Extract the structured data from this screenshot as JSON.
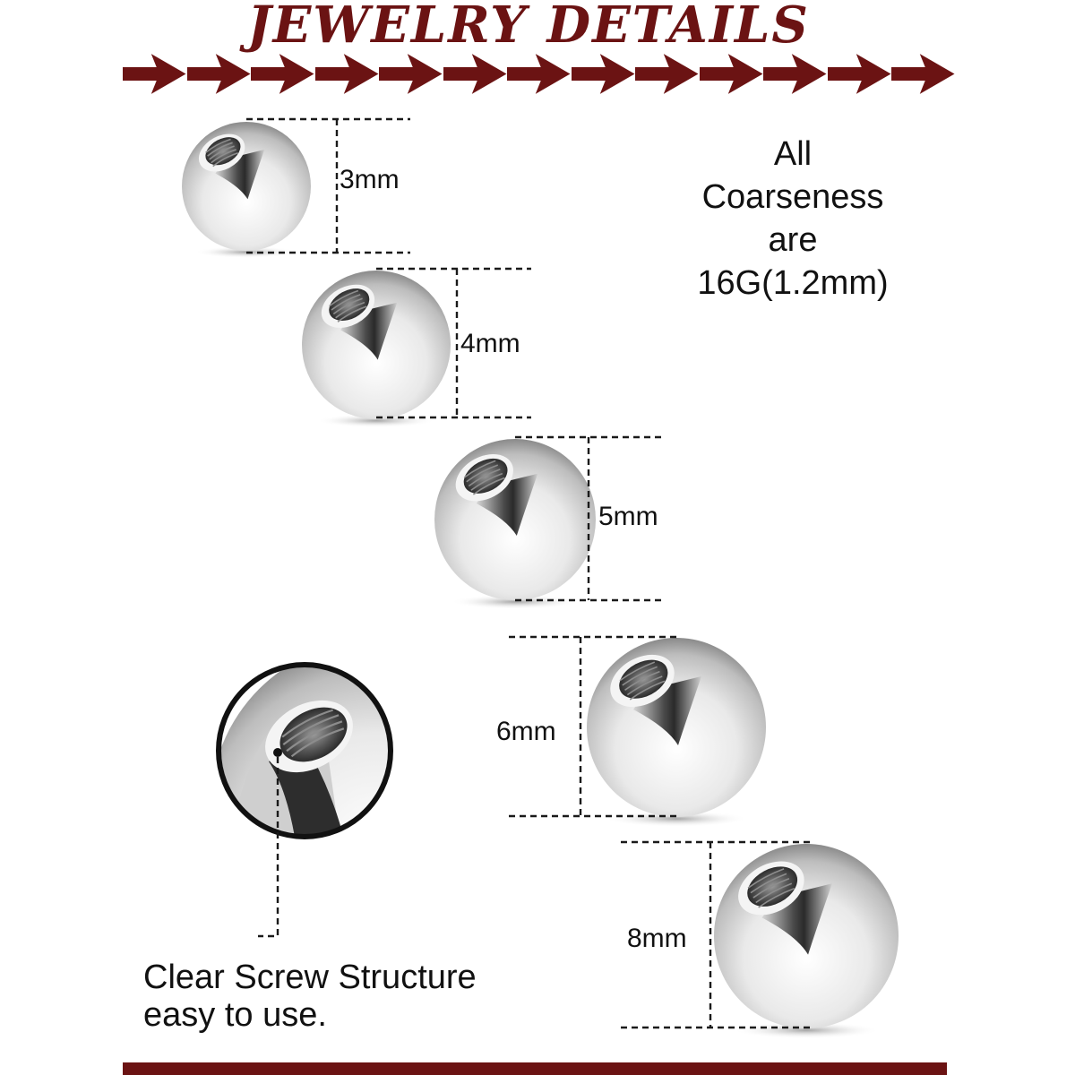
{
  "title": "JEWELRY DETAILS",
  "colors": {
    "brand": "#6b1313",
    "text": "#111111",
    "dash": "#1a1a1a"
  },
  "arrow_count": 13,
  "sizes": [
    {
      "label": "3mm"
    },
    {
      "label": "4mm"
    },
    {
      "label": "5mm"
    },
    {
      "label": "6mm"
    },
    {
      "label": "8mm"
    }
  ],
  "note": {
    "line1": "All",
    "line2": "Coarseness",
    "line3": "are",
    "line4": "16G(1.2mm)"
  },
  "feature": {
    "line1": "Clear Screw Structure",
    "line2": "easy to use."
  }
}
